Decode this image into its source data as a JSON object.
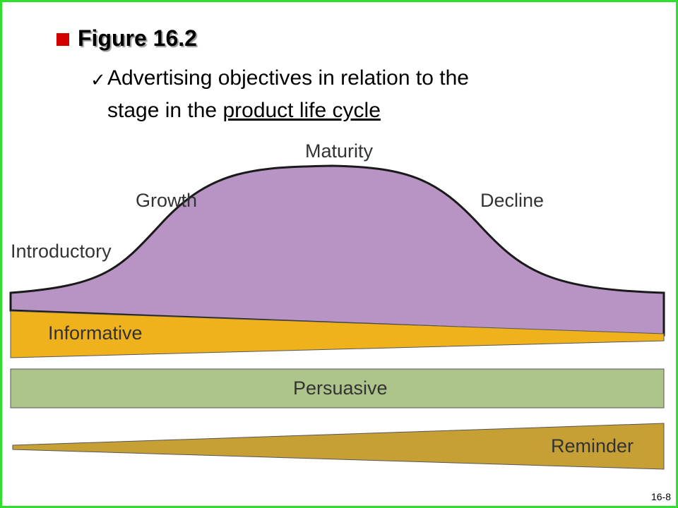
{
  "slide": {
    "heading": "Figure 16.2",
    "subtitle_line1": "Advertising objectives in relation to the",
    "subtitle_line2_prefix": "stage in the ",
    "subtitle_link": "product life cycle",
    "page_number": "16-8"
  },
  "diagram": {
    "stages": [
      "Introductory",
      "Growth",
      "Maturity",
      "Decline"
    ],
    "bands": [
      "Informative",
      "Persuasive",
      "Reminder"
    ],
    "colors": {
      "curve_fill": "#b894c4",
      "informative": "#f0b21c",
      "persuasive": "#adc58a",
      "reminder": "#c7a035",
      "frame": "#2ee02e",
      "bullet": "#d40000"
    }
  }
}
